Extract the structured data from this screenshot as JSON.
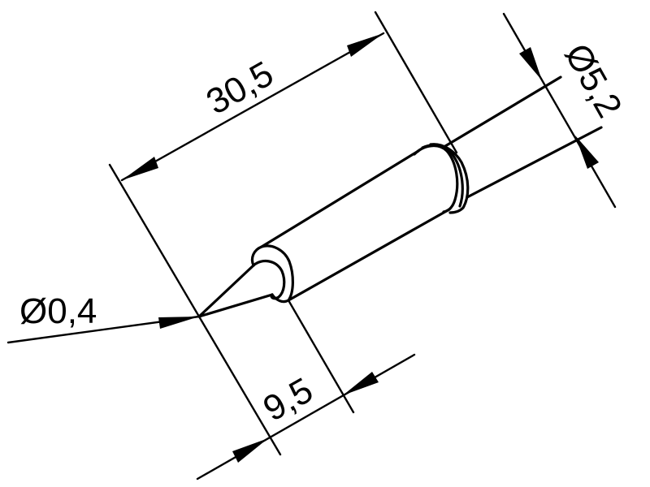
{
  "drawing": {
    "subject": "soldering tip",
    "dimensions": {
      "overall_length": {
        "label": "30,5"
      },
      "shaft_diameter": {
        "label": "Ø5,2",
        "symbol": "Ø",
        "value": "5,2"
      },
      "tip_diameter": {
        "label": "Ø0,4",
        "symbol": "Ø",
        "value": "0,4"
      },
      "tip_length": {
        "label": "9,5"
      }
    },
    "colors": {
      "line": "#000000",
      "background": "#ffffff"
    }
  }
}
